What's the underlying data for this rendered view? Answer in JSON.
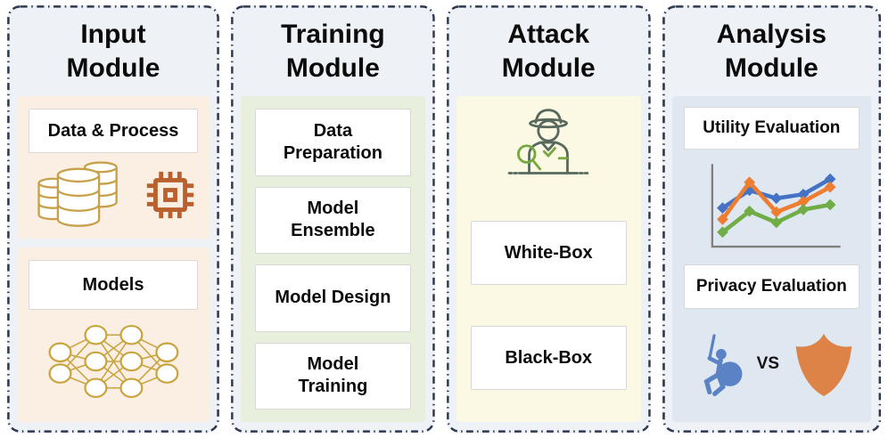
{
  "modules": {
    "input": {
      "title": "Input Module",
      "data_process_label": "Data & Process",
      "models_label": "Models",
      "icons": [
        "database-icon",
        "chip-icon",
        "neural-network-icon"
      ]
    },
    "training": {
      "title": "Training Module",
      "steps": [
        {
          "label": "Data Preparation"
        },
        {
          "label": "Model Ensemble"
        },
        {
          "label": "Model Design"
        },
        {
          "label": "Model Training"
        }
      ]
    },
    "attack": {
      "title": "Attack Module",
      "icons": [
        "spy-icon"
      ],
      "types": [
        {
          "label": "White-Box"
        },
        {
          "label": "Black-Box"
        }
      ]
    },
    "analysis": {
      "title": "Analysis Module",
      "utility_label": "Utility Evaluation",
      "privacy_label": "Privacy Evaluation",
      "vs_label": "VS",
      "icons": [
        "line-chart-icon",
        "attacker-icon",
        "shield-icon"
      ]
    }
  },
  "colors": {
    "column_bg": "#eef1f6",
    "column_border": "#2c3950",
    "input_panel_bg": "#fbeee3",
    "training_panel_bg": "#e9efdd",
    "attack_panel_bg": "#fbf8e3",
    "analysis_panel_bg": "#dfe8f1",
    "database_gold": "#c7a04a",
    "chip_orange": "#b9612e",
    "neural_net_gold": "#c8a43e",
    "spy_dark_green": "#57695c",
    "spy_light_green": "#76a83f",
    "attacker_blue": "#5b82c4",
    "shield_orange": "#dd8348"
  },
  "chart_data": {
    "type": "line",
    "note_role": "decorative utility-evaluation chart icon, no axis labels shown",
    "x": [
      1,
      2,
      3,
      4,
      5
    ],
    "series": [
      {
        "name": "series-blue",
        "color": "#4472c4",
        "values": [
          48,
          70,
          60,
          65,
          84
        ]
      },
      {
        "name": "series-orange",
        "color": "#ed7d31",
        "values": [
          34,
          80,
          43,
          56,
          74
        ]
      },
      {
        "name": "series-green",
        "color": "#70ad47",
        "values": [
          18,
          44,
          30,
          46,
          52
        ]
      }
    ],
    "xlabel": "",
    "ylabel": "",
    "ylim": [
      0,
      100
    ],
    "grid": false,
    "legend": false
  }
}
